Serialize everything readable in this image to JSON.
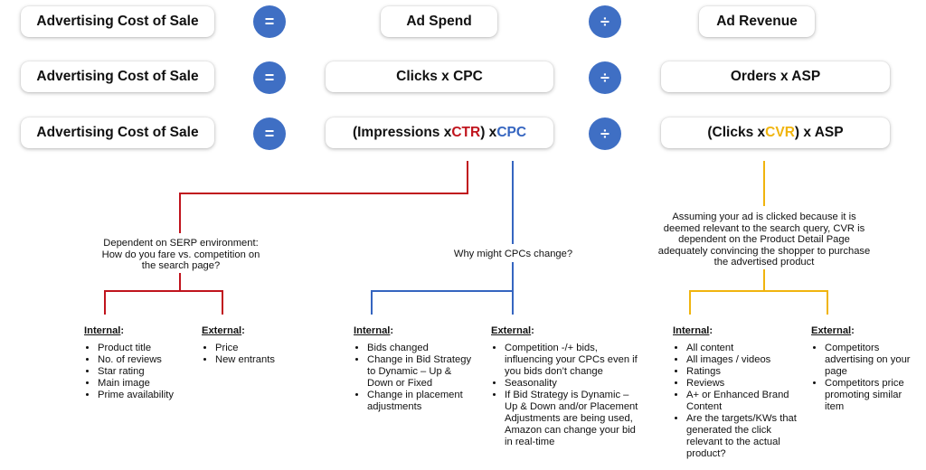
{
  "rows": [
    {
      "lhs": "Advertising Cost of Sale",
      "eq": "=",
      "num": "Ad Spend",
      "div": "÷",
      "den": "Ad Revenue"
    },
    {
      "lhs": "Advertising Cost of Sale",
      "eq": "=",
      "num": "Clicks x CPC",
      "div": "÷",
      "den": "Orders x ASP"
    },
    {
      "lhs": "Advertising Cost of Sale",
      "eq": "=",
      "num_parts": {
        "p1": "(Impressions x ",
        "ctr": "CTR",
        "p2": ") x ",
        "cpc": "CPC"
      },
      "div": "÷",
      "den_parts": {
        "p1": "(Clicks x ",
        "cvr": "CVR",
        "p2": ") x ASP"
      }
    }
  ],
  "notes": {
    "ctr": "Dependent on SERP environment: How do you fare vs. competition on the search page?",
    "cpc": "Why might CPCs change?",
    "cvr": "Assuming your ad is clicked because it is deemed relevant to the search query, CVR is dependent on the Product Detail Page adequately convincing the shopper to purchase the advertised product"
  },
  "columns": {
    "ctr_internal": {
      "heading": "Internal",
      "items": [
        "Product title",
        "No. of reviews",
        "Star rating",
        "Main image",
        "Prime availability"
      ]
    },
    "ctr_external": {
      "heading": "External",
      "items": [
        "Price",
        "New entrants"
      ]
    },
    "cpc_internal": {
      "heading": "Internal",
      "items": [
        "Bids changed",
        "Change in Bid Strategy to Dynamic – Up & Down or Fixed",
        "Change in placement adjustments"
      ]
    },
    "cpc_external": {
      "heading": "External",
      "items": [
        "Competition -/+ bids, influencing your CPCs even if you bids don’t change",
        "Seasonality",
        "If Bid Strategy is Dynamic – Up & Down and/or Placement Adjustments are being used, Amazon can change your bid in real-time"
      ]
    },
    "cvr_internal": {
      "heading": "Internal",
      "items": [
        "All content",
        "All images / videos",
        "Ratings",
        "Reviews",
        "A+ or Enhanced Brand Content",
        "Are the targets/KWs that generated the click relevant to the actual product?"
      ]
    },
    "cvr_external": {
      "heading": "External",
      "items": [
        "Competitors advertising on your page",
        "Competitors price promoting similar item"
      ]
    }
  },
  "colors": {
    "red": "#c0141d",
    "blue": "#3565c0",
    "yellow": "#f0b40e",
    "circle": "#3f6fc4"
  }
}
